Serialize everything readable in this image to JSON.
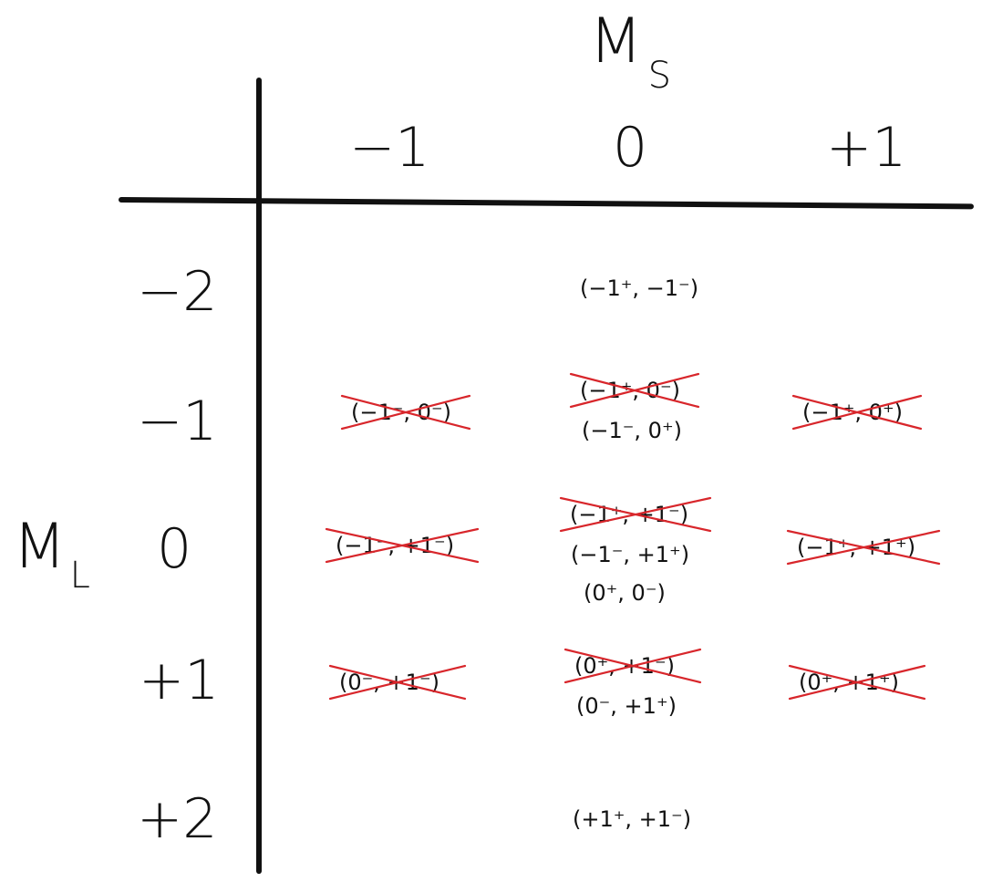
{
  "column_axis": {
    "symbol": "M",
    "subscript": "S"
  },
  "row_axis": {
    "symbol": "M",
    "subscript": "L"
  },
  "columns": [
    "−1",
    "0",
    "+1"
  ],
  "rows": [
    "−2",
    "−1",
    "0",
    "+1",
    "+2"
  ],
  "cells": {
    "r_m2_c_0": [
      "(−1⁺, −1⁻)"
    ],
    "r_m1_c_m1": [
      "(−1⁻, 0⁻)"
    ],
    "r_m1_c_0": [
      "(−1⁺, 0⁻)",
      "(−1⁻, 0⁺)"
    ],
    "r_m1_c_p1": [
      "(−1⁺, 0⁺)"
    ],
    "r_0_c_m1": [
      "(−1⁻, +1⁻)"
    ],
    "r_0_c_0": [
      "(−1⁺, +1⁻)",
      "(−1⁻, +1⁺)",
      "(0⁺, 0⁻)"
    ],
    "r_0_c_p1": [
      "(−1⁺, +1⁺)"
    ],
    "r_p1_c_m1": [
      "(0⁻, +1⁻)"
    ],
    "r_p1_c_0": [
      "(0⁺, +1⁻)",
      "(0⁻, +1⁺)"
    ],
    "r_p1_c_p1": [
      "(0⁺, +1⁺)"
    ],
    "r_p2_c_0": [
      "(+1⁺, +1⁻)"
    ]
  },
  "crossed_out_color": "#d8262b"
}
